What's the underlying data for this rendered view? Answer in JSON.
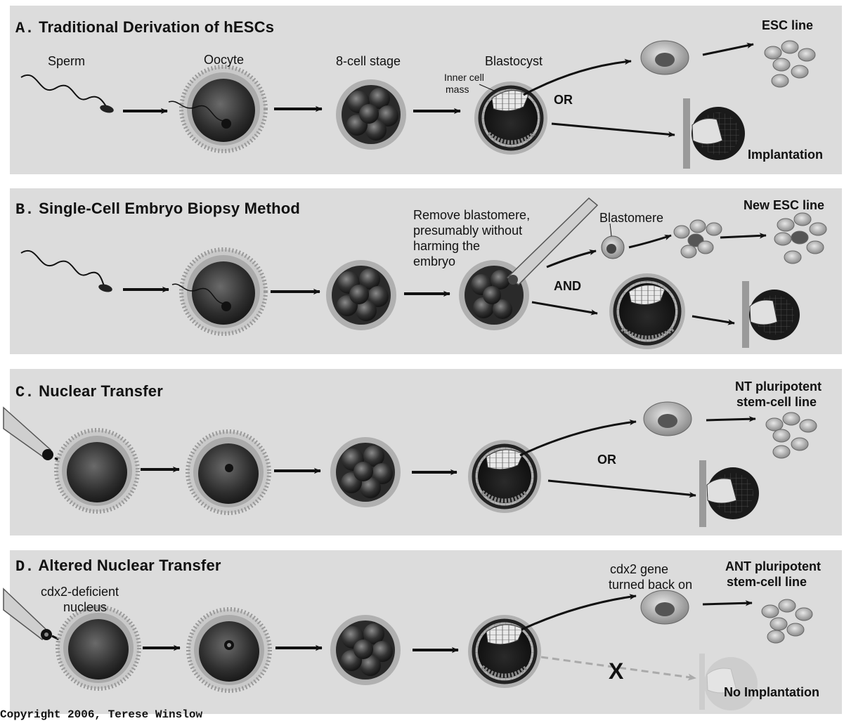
{
  "panels": {
    "a": {
      "letter": "A.",
      "title": "Traditional Derivation of hESCs"
    },
    "b": {
      "letter": "B.",
      "title": "Single-Cell Embryo Biopsy Method"
    },
    "c": {
      "letter": "C.",
      "title": "Nuclear Transfer"
    },
    "d": {
      "letter": "D.",
      "title": "Altered Nuclear Transfer"
    }
  },
  "labels": {
    "sperm": "Sperm",
    "oocyte": "Oocyte",
    "eight_cell": "8-cell stage",
    "blastocyst": "Blastocyst",
    "inner_cell_1": "Inner cell",
    "inner_cell_2": "mass",
    "or_a": "OR",
    "esc_line": "ESC line",
    "implantation": "Implantation",
    "remove_1": "Remove blastomere,",
    "remove_2": "presumably without",
    "remove_3": "harming the",
    "remove_4": "embryo",
    "blastomere": "Blastomere",
    "new_esc_line": "New ESC line",
    "and_b": "AND",
    "nt_line_1": "NT pluripotent",
    "nt_line_2": "stem-cell line",
    "or_c": "OR",
    "cdx2_def_1": "cdx2-deficient",
    "cdx2_def_2": "nucleus",
    "cdx2_on_1": "cdx2 gene",
    "cdx2_on_2": "turned back on",
    "ant_line_1": "ANT pluripotent",
    "ant_line_2": "stem-cell line",
    "x_mark": "X",
    "no_implantation": "No Implantation"
  },
  "copyright": "Copyright 2006, Terese Winslow",
  "colors": {
    "panel_bg": "#dcdcdc",
    "ink": "#111111",
    "cell_dark": "#3a3a3a",
    "halo": "#b8b8b8",
    "faded": "#b5b5b5"
  }
}
